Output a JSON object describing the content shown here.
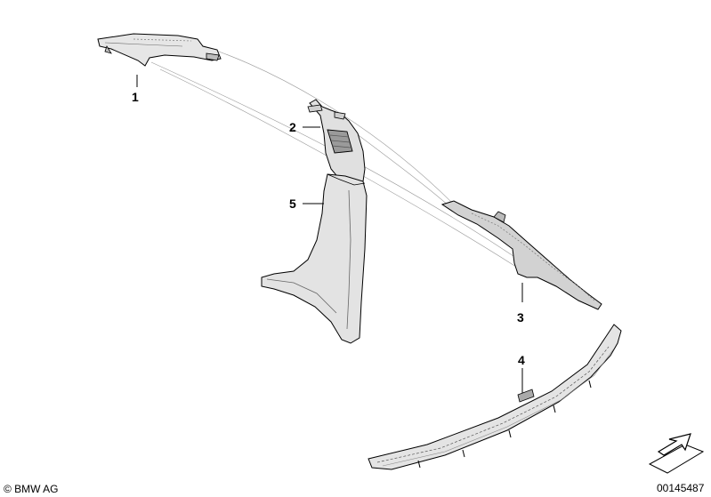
{
  "callouts": {
    "part_1": "1",
    "part_2": "2",
    "part_3": "3",
    "part_4": "4",
    "part_5": "5"
  },
  "footer": {
    "copyright": "© BMW AG",
    "diagram_number": "00145487"
  },
  "colors": {
    "line": "#000000",
    "panel_fill": "#d9d9d9",
    "panel_shade": "#bdbdbd",
    "background": "#ffffff"
  },
  "icons": {
    "orientation": "arrow-icon"
  }
}
